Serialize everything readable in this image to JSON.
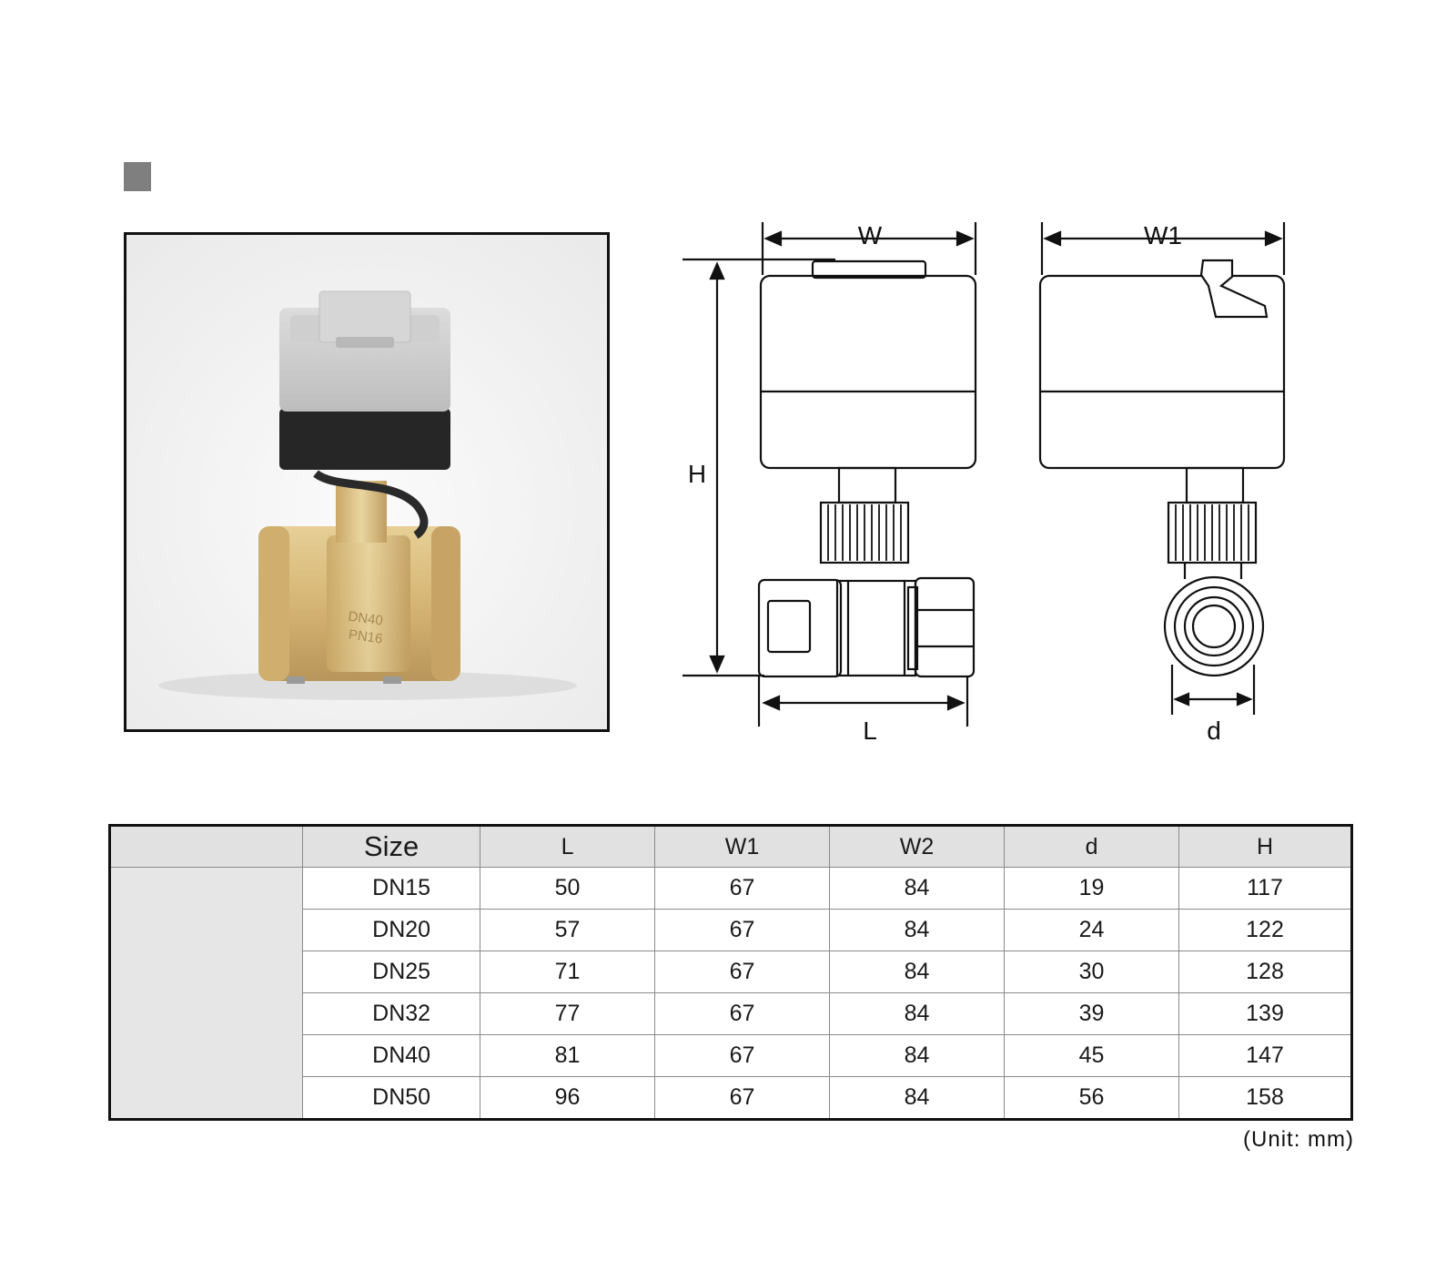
{
  "dimension_labels": {
    "w": "W",
    "w1": "W1",
    "h": "H",
    "l": "L",
    "d": "d"
  },
  "photo_markings": {
    "line1": "DN40",
    "line2": "PN16"
  },
  "table": {
    "headers": [
      "",
      "Size",
      "L",
      "W1",
      "W2",
      "d",
      "H"
    ],
    "rows": [
      {
        "size": "DN15",
        "l": "50",
        "w1": "67",
        "w2": "84",
        "d": "19",
        "h": "117"
      },
      {
        "size": "DN20",
        "l": "57",
        "w1": "67",
        "w2": "84",
        "d": "24",
        "h": "122"
      },
      {
        "size": "DN25",
        "l": "71",
        "w1": "67",
        "w2": "84",
        "d": "30",
        "h": "128"
      },
      {
        "size": "DN32",
        "l": "77",
        "w1": "67",
        "w2": "84",
        "d": "39",
        "h": "139"
      },
      {
        "size": "DN40",
        "l": "81",
        "w1": "67",
        "w2": "84",
        "d": "45",
        "h": "147"
      },
      {
        "size": "DN50",
        "l": "96",
        "w1": "67",
        "w2": "84",
        "d": "56",
        "h": "158"
      }
    ]
  },
  "unit_note": "(Unit: mm)"
}
